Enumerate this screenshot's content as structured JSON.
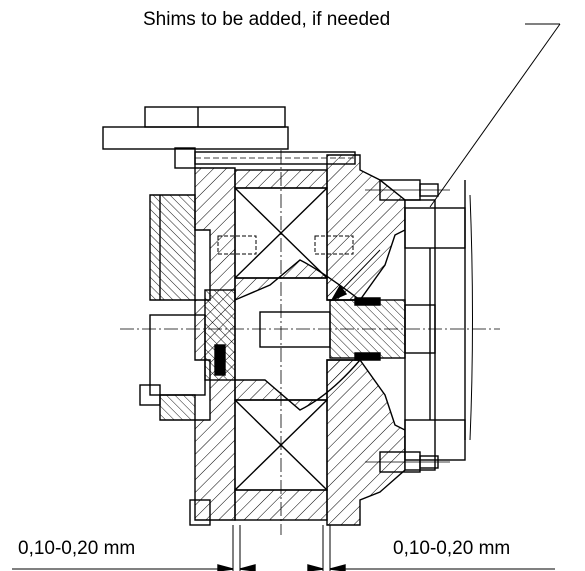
{
  "annotations": {
    "shims_note": "Shims to be added, if needed",
    "clearance_left": "0,10-0,20 mm",
    "clearance_right": "0,10-0,20 mm"
  }
}
